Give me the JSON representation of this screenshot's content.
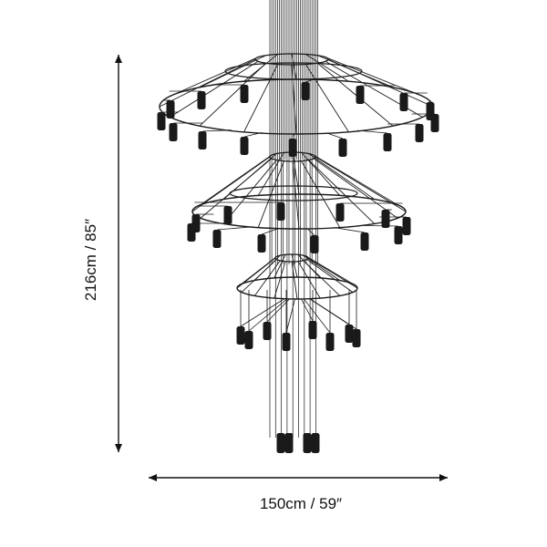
{
  "title": "Chandelier dimension drawing",
  "dimensions": {
    "height": "216cm / 85″",
    "width": "150cm / 59″"
  },
  "colors": {
    "line": "#1a1a1a",
    "pendant": "#1a1a1a",
    "background": "#ffffff"
  }
}
